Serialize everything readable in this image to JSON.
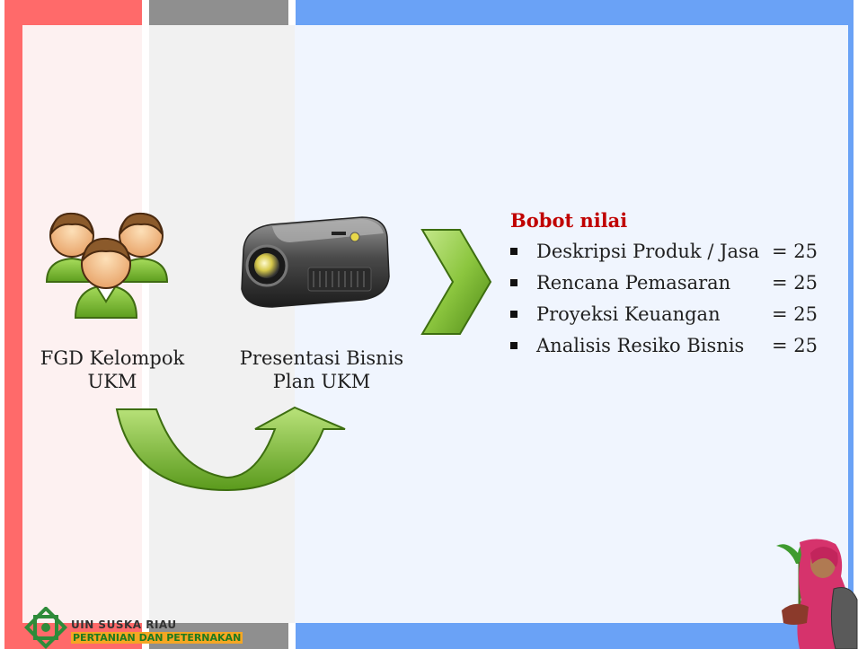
{
  "steps": {
    "fgd_label": "FGD Kelompok UKM",
    "presentation_label": "Presentasi Bisnis Plan UKM"
  },
  "bobot": {
    "title": "Bobot nilai",
    "items": [
      {
        "label": "Deskripsi Produk / Jasa",
        "score": "= 25"
      },
      {
        "label": "Rencana Pemasaran",
        "score": "= 25"
      },
      {
        "label": "Proyeksi Keuangan",
        "score": "= 25"
      },
      {
        "label": "Analisis Resiko Bisnis",
        "score": "= 25"
      }
    ]
  },
  "footer": {
    "institution": "UIN SUSKA RIAU",
    "faculty": "PERTANIAN DAN PETERNAKAN"
  },
  "colors": {
    "band_left": "#ff6a6a",
    "band_middle": "#8f8f8f",
    "band_right": "#6aa2f6",
    "accent_title": "#c00000",
    "arrow_green": "#8cc63f"
  },
  "icons": [
    "people-group-icon",
    "projector-icon",
    "chevron-right-icon",
    "curved-arrow-icon",
    "university-logo-icon",
    "student-plant-illustration"
  ]
}
